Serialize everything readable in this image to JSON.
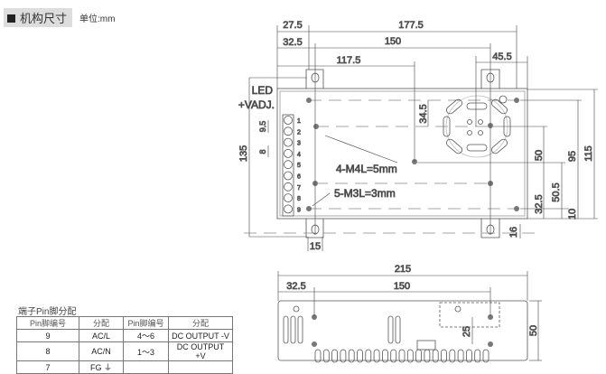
{
  "header": {
    "title": "机构尺寸",
    "unit": "单位:mm"
  },
  "top_view": {
    "dims": {
      "d27_5": "27.5",
      "d177_5": "177.5",
      "d32_5": "32.5",
      "d150": "150",
      "d117_5": "117.5",
      "d45_5": "45.5",
      "d34_5": "34.5",
      "d135": "135",
      "d9_5": "9.5",
      "d8": "8",
      "d50": "50",
      "d95": "95",
      "d115": "115",
      "d50_5": "50.5",
      "d32_5b": "32.5",
      "d10": "10",
      "d15": "15",
      "d16": "16"
    },
    "labels": {
      "led": "LED",
      "vadj": "+VADJ.",
      "m4": "4-M4L=5mm",
      "m3": "5-M3L=3mm"
    },
    "pins": [
      "1",
      "2",
      "3",
      "4",
      "5",
      "6",
      "7",
      "8",
      "9"
    ]
  },
  "side_view": {
    "dims": {
      "d215": "215",
      "d32_5": "32.5",
      "d150": "150",
      "d25": "25",
      "d50": "50"
    }
  },
  "pin_table": {
    "caption": "端子Pin脚分配",
    "headers": [
      "Pin脚编号",
      "分配",
      "Pin脚编号",
      "分配"
    ],
    "rows": [
      [
        "9",
        "AC/L",
        "4～6",
        "DC OUTPUT -V"
      ],
      [
        "8",
        "AC/N",
        "1～3",
        "DC OUTPUT +V"
      ],
      [
        "7",
        "FG ⏚",
        "",
        ""
      ]
    ]
  }
}
